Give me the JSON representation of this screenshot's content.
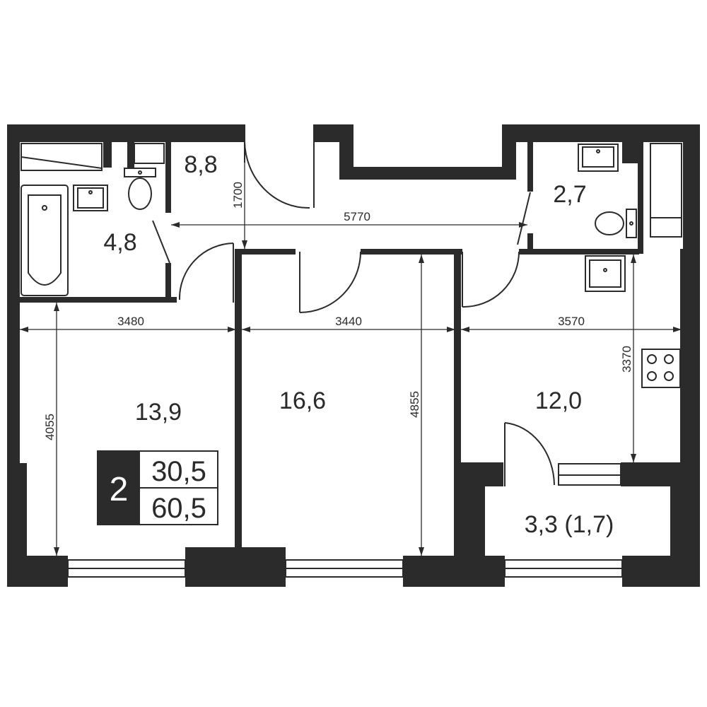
{
  "rooms": [
    {
      "id": "bathroom",
      "area": "4,8"
    },
    {
      "id": "hallway",
      "area": "8,8"
    },
    {
      "id": "wc",
      "area": "2,7"
    },
    {
      "id": "bedroom",
      "area": "13,9"
    },
    {
      "id": "living-room",
      "area": "16,6"
    },
    {
      "id": "kitchen",
      "area": "12,0"
    },
    {
      "id": "loggia",
      "area": "3,3 (1,7)"
    }
  ],
  "dimensions": {
    "hall_height": "1700",
    "hall_length": "5770",
    "bedroom_width": "3480",
    "living_width": "3440",
    "kitchen_width": "3570",
    "bedroom_depth": "4055",
    "living_depth": "4855",
    "kitchen_depth": "3370"
  },
  "summary": {
    "room_count": "2",
    "living_area": "30,5",
    "total_area": "60,5"
  },
  "colors": {
    "wall": "#2b2b2b",
    "background": "#ffffff"
  }
}
